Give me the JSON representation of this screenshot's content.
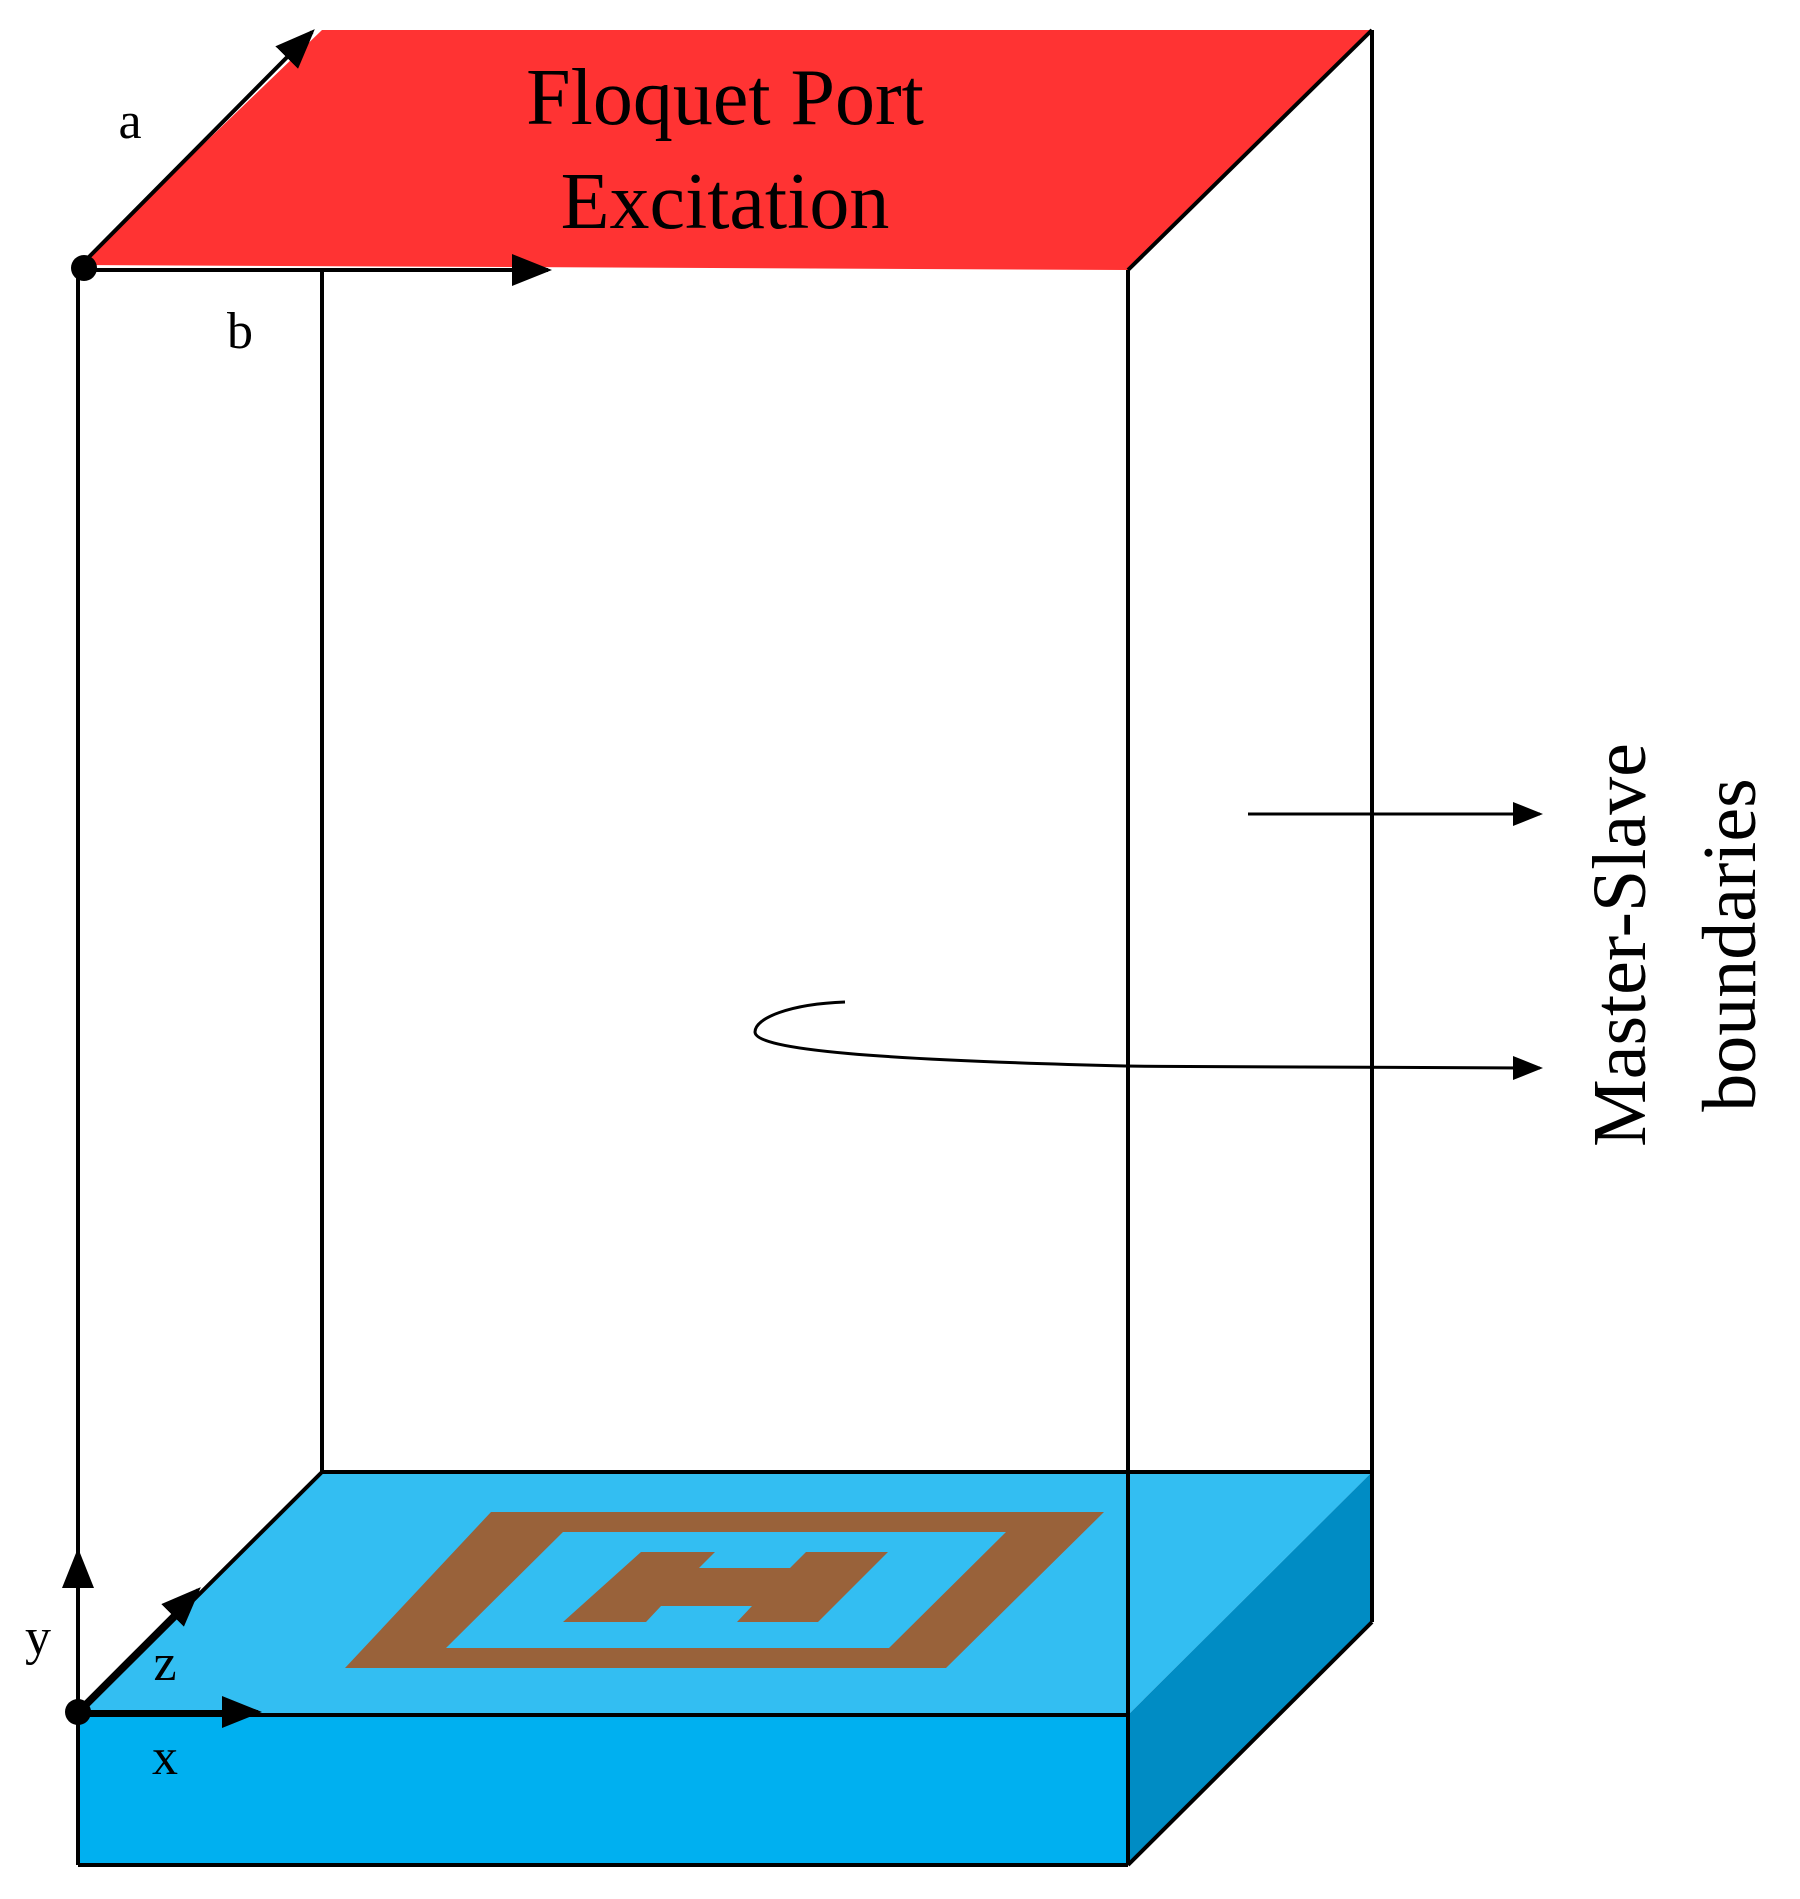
{
  "title": {
    "line1": "Floquet Port",
    "line2": "Excitation"
  },
  "boundary_label": {
    "line1": "Master-Slave",
    "line2": "boundaries"
  },
  "top_axes": {
    "a": "a",
    "b": "b"
  },
  "bottom_axes": {
    "x": "x",
    "y": "y",
    "z": "z"
  },
  "colors": {
    "floquet_port": "#FF3333",
    "substrate_top": "#33BEF2",
    "substrate_front": "#00B0F0",
    "substrate_side": "#008CC4",
    "unit_cell_pattern": "#99623A",
    "lines": "#000000"
  }
}
